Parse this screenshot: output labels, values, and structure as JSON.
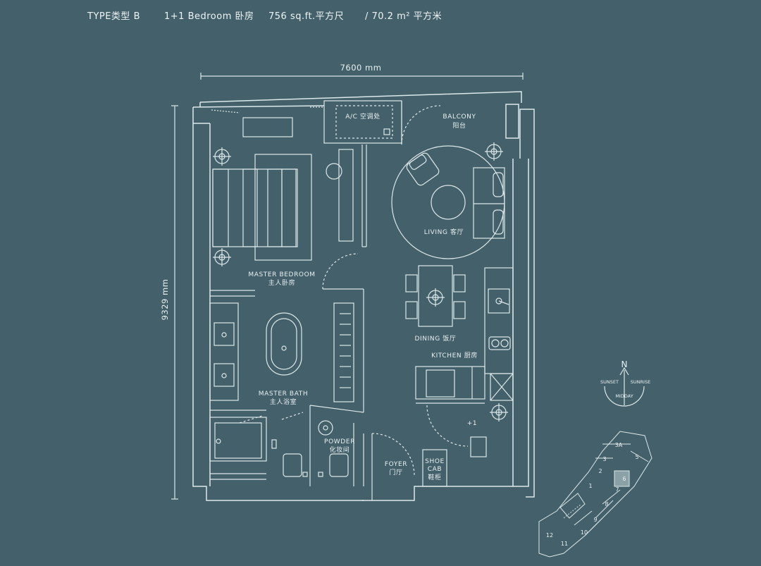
{
  "header": {
    "type": "TYPE类型 B",
    "bedroom": "1+1 Bedroom 卧房",
    "sqft": "756 sq.ft.平方尺",
    "sqm": "/  70.2 m² 平方米"
  },
  "dimensions": {
    "width": "7600 mm",
    "height": "9329 mm"
  },
  "rooms": {
    "ac_en": "A/C 空调处",
    "balcony_en": "BALCONY",
    "balcony_cn": "阳台",
    "living": "LIVING 客厅",
    "master_bed_en": "MASTER BEDROOM",
    "master_bed_cn": "主人卧房",
    "dining": "DINING 饭厅",
    "kitchen": "KITCHEN 厨房",
    "master_bath_en": "MASTER BATH",
    "master_bath_cn": "主人浴室",
    "powder_en": "POWDER",
    "powder_cn": "化妆间",
    "foyer_en": "FOYER",
    "foyer_cn": "门厅",
    "shoe_1": "SHOE",
    "shoe_2": "CAB",
    "shoe_cn": "鞋柜",
    "step": "+1"
  },
  "compass": {
    "north": "N",
    "sunset": "SUNSET",
    "sunrise": "SUNRISE",
    "midday": "MIDDAY"
  },
  "keyplan": {
    "units": [
      "3A",
      "5",
      "3",
      "2",
      "6",
      "7",
      "1",
      "8",
      "9",
      "10",
      "11",
      "12"
    ],
    "highlight": "6"
  }
}
